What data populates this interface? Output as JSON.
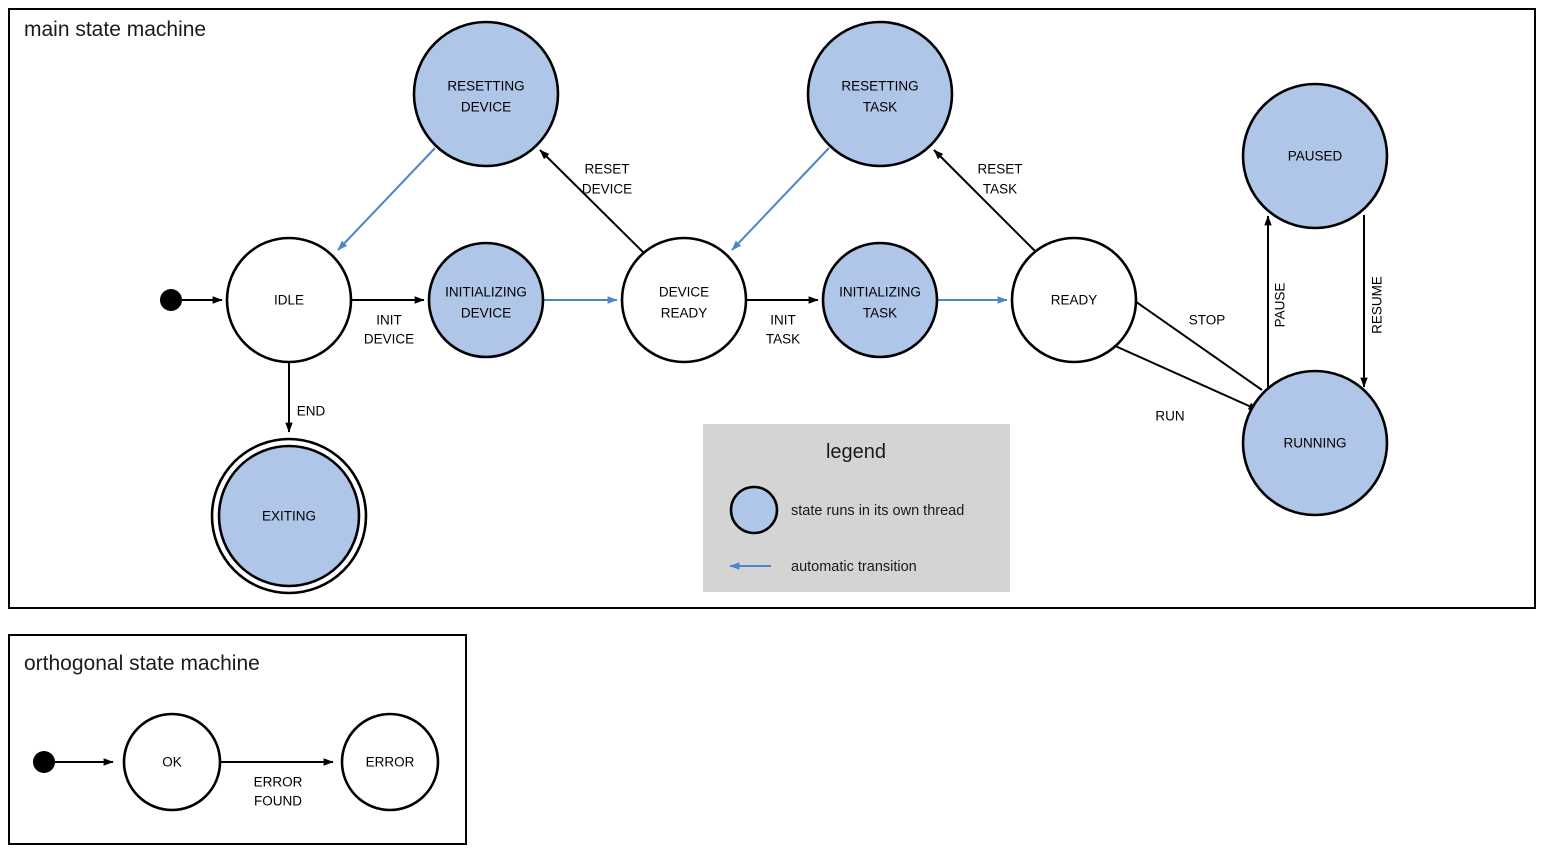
{
  "colors": {
    "thread_state_fill": "#b0c6e8",
    "plain_state_fill": "#ffffff",
    "stroke": "#000000",
    "auto_transition": "#4a86c8",
    "legend_background": "#d4d4d4",
    "page_background": "#ffffff"
  },
  "main_machine": {
    "title": "main state machine",
    "states": {
      "resetting_device": "RESETTING\nDEVICE",
      "resetting_device_line1": "RESETTING",
      "resetting_device_line2": "DEVICE",
      "resetting_task_line1": "RESETTING",
      "resetting_task_line2": "TASK",
      "idle": "IDLE",
      "initializing_device_line1": "INITIALIZING",
      "initializing_device_line2": "DEVICE",
      "device_ready_line1": "DEVICE",
      "device_ready_line2": "READY",
      "initializing_task_line1": "INITIALIZING",
      "initializing_task_line2": "TASK",
      "ready": "READY",
      "paused": "PAUSED",
      "running": "RUNNING",
      "exiting": "EXITING"
    },
    "transitions": {
      "init_device_line1": "INIT",
      "init_device_line2": "DEVICE",
      "reset_device_line1": "RESET",
      "reset_device_line2": "DEVICE",
      "init_task_line1": "INIT",
      "init_task_line2": "TASK",
      "reset_task_line1": "RESET",
      "reset_task_line2": "TASK",
      "end": "END",
      "stop": "STOP",
      "run": "RUN",
      "pause": "PAUSE",
      "resume": "RESUME"
    }
  },
  "legend": {
    "title": "legend",
    "thread_entry": "state runs in its own thread",
    "auto_entry": "automatic transition"
  },
  "orthogonal_machine": {
    "title": "orthogonal state machine",
    "states": {
      "ok": "OK",
      "error": "ERROR"
    },
    "transitions": {
      "error_found_line1": "ERROR",
      "error_found_line2": "FOUND"
    }
  }
}
